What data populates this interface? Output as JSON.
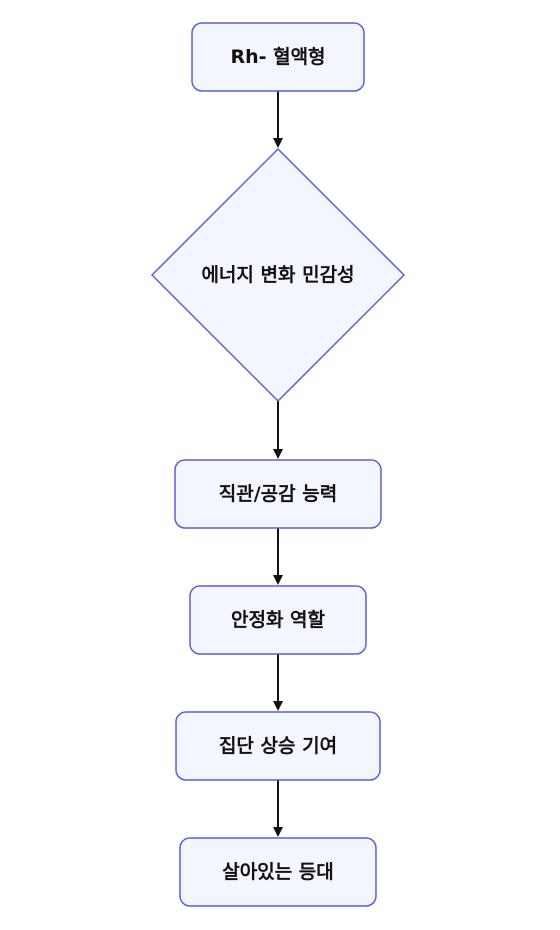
{
  "nodes": {
    "start": "Rh- 혈액형",
    "decision": "에너지 변화 민감성",
    "step1": "직관/공감 능력",
    "step2": "안정화 역할",
    "step3": "집단 상승 기여",
    "step4": "살아있는 등대"
  },
  "colors": {
    "node_fill": "#f4f6ff",
    "node_stroke": "#5c5fd6",
    "arrow": "#111111",
    "text": "#111111"
  }
}
